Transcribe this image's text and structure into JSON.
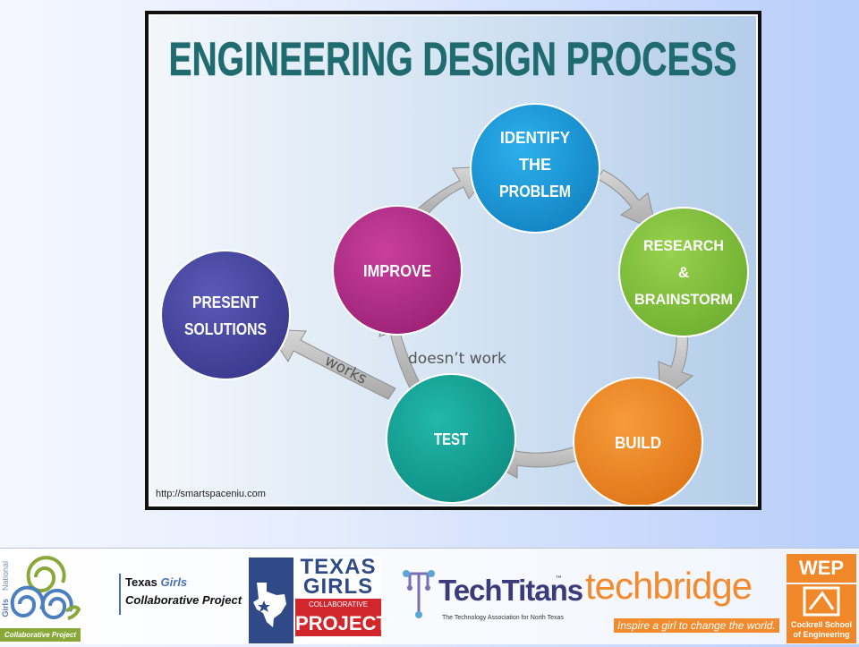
{
  "diagram": {
    "title": "ENGINEERING DESIGN PROCESS",
    "source_url": "http://smartspaceniu.com",
    "nodes": [
      {
        "id": "identify",
        "lines": [
          "IDENTIFY",
          "THE",
          "PROBLEM"
        ],
        "color": "#1a9ad9"
      },
      {
        "id": "research",
        "lines": [
          "RESEARCH",
          "&",
          "BRAINSTORM"
        ],
        "color": "#86c540"
      },
      {
        "id": "build",
        "lines": [
          "BUILD"
        ],
        "color": "#f28c28"
      },
      {
        "id": "test",
        "lines": [
          "TEST"
        ],
        "color": "#17a79a"
      },
      {
        "id": "improve",
        "lines": [
          "IMPROVE"
        ],
        "color": "#b82f8d"
      },
      {
        "id": "present",
        "lines": [
          "PRESENT",
          "SOLUTIONS"
        ],
        "color": "#4c4ba6"
      }
    ],
    "edge_labels": {
      "works": "works",
      "doesnt_work": "doesn’t work"
    }
  },
  "logos": {
    "ngcp": {
      "side_text": "National",
      "girls": "Girls",
      "bottom_text": "Collaborative Project"
    },
    "tgcp": {
      "line1_a": "Texas",
      "line1_b": "Girls",
      "line2": "Collaborative Project"
    },
    "texas_girls": {
      "word1": "TEXAS",
      "word2": "GIRLS",
      "collab": "COLLABORATIVE",
      "project": "PROJECT"
    },
    "techtitans": {
      "name": "TechTitans",
      "tm": "™",
      "tagline": "The Technology Association for North Texas"
    },
    "techbridge": {
      "name": "techbridge",
      "tagline": "Inspire a girl to change the world."
    },
    "wep": {
      "top": "WEP",
      "cockrell_1": "Cockrell School",
      "cockrell_2": "of Engineering"
    }
  }
}
